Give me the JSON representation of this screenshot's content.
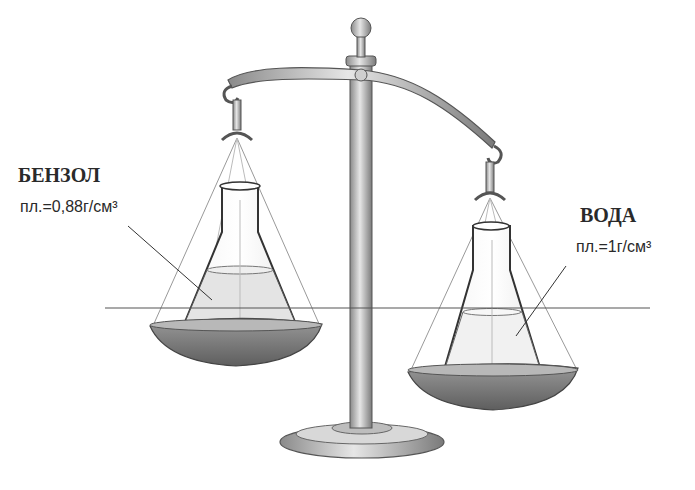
{
  "diagram": {
    "labels": [
      "БЕНЗОЛ",
      "пл.=0,88г/см³",
      "ВОДА",
      "пл.=1г/см³"
    ]
  }
}
